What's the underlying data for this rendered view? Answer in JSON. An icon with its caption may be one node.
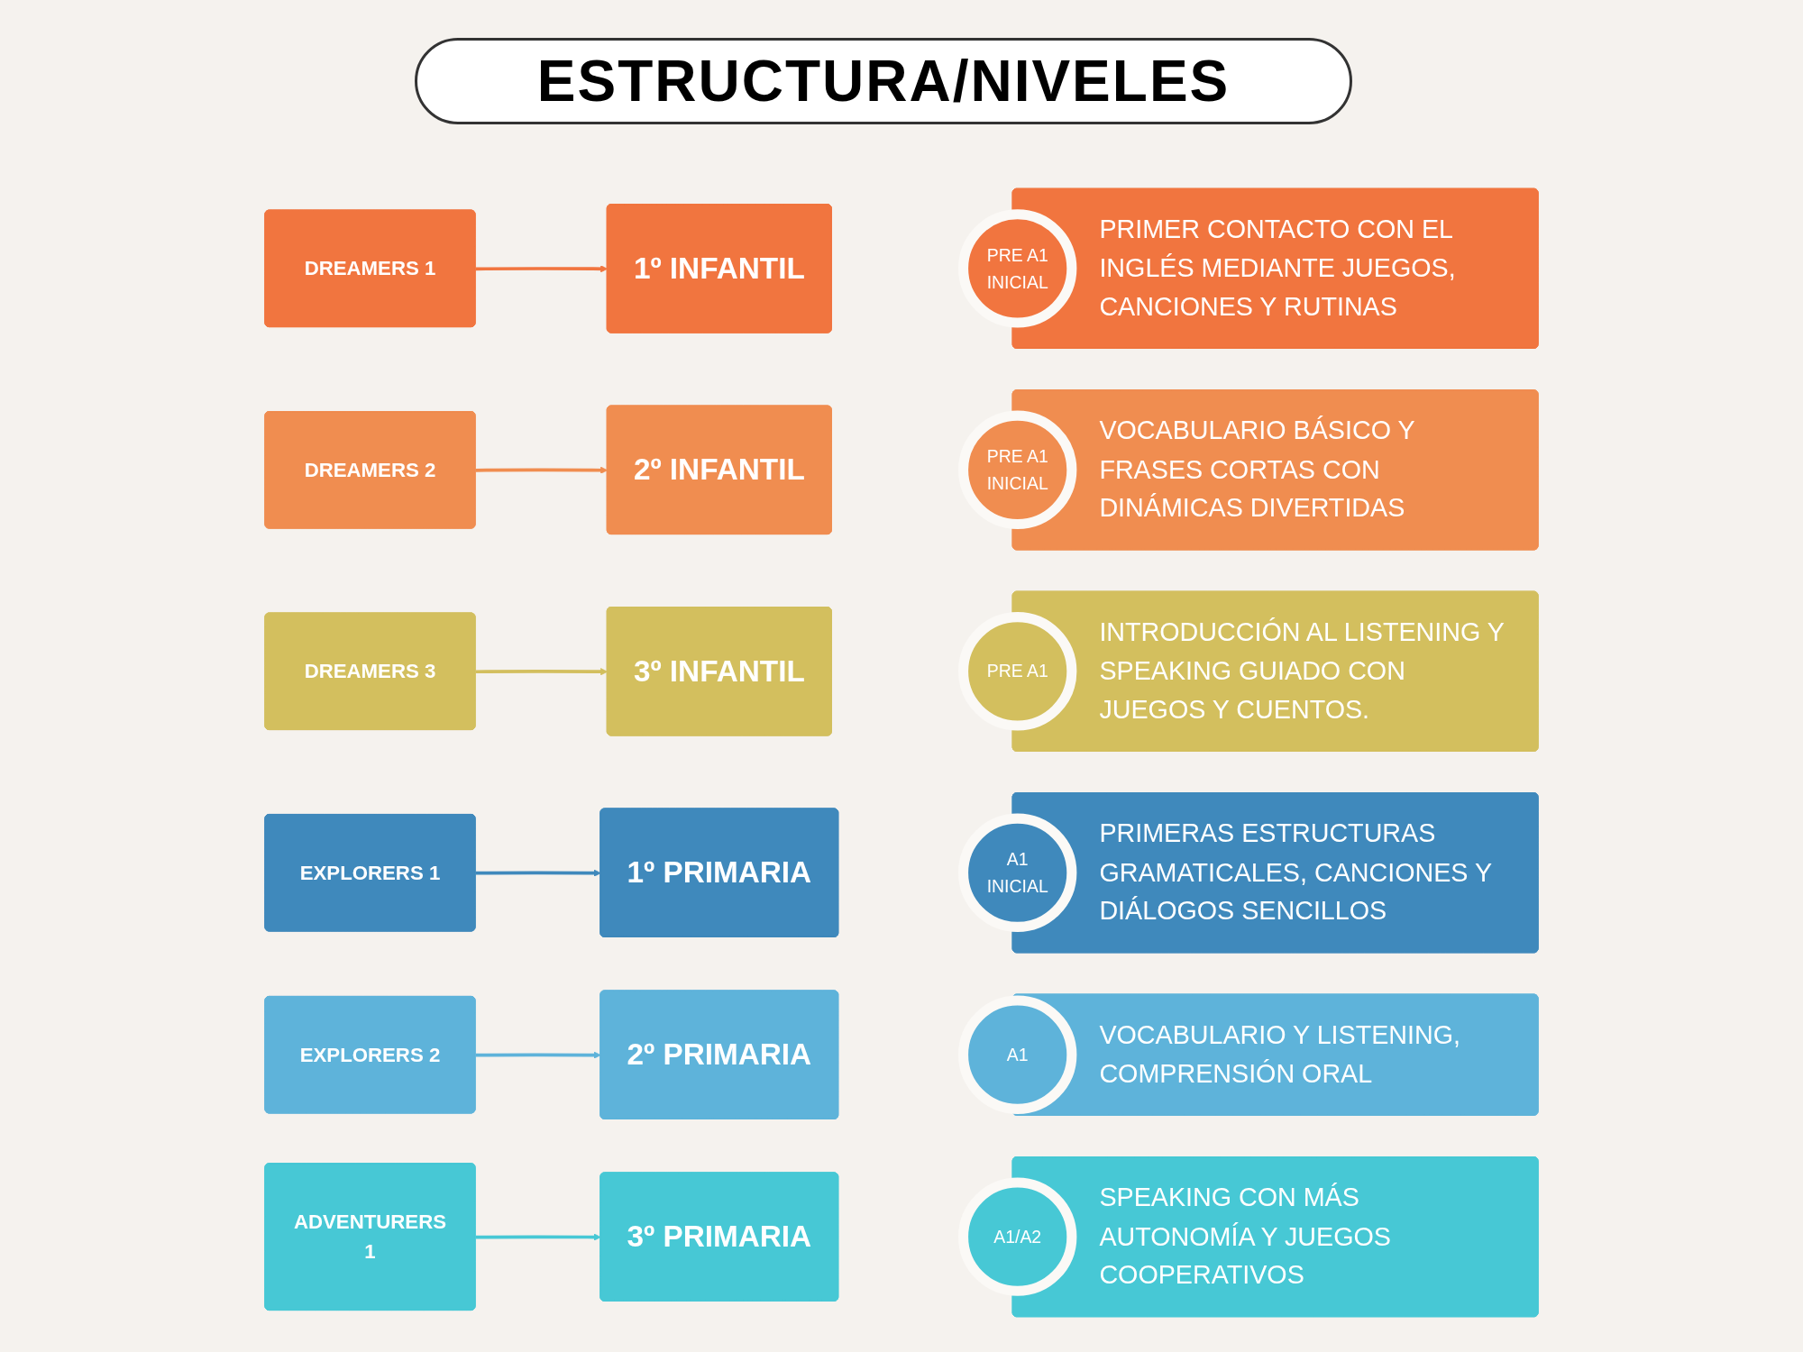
{
  "diagram": {
    "title": "ESTRUCTURA/NIVELES",
    "nodes": [
      {
        "text": [
          "DREAMERS 1"
        ]
      },
      {
        "text": [
          "1º INFANTIL"
        ]
      },
      {
        "text": [
          "PRE A1 INICIAL"
        ]
      },
      {
        "text": [
          "PRIMER CONTACTO CON EL INGLÉS MEDIANTE JUEGOS, CANCIONES Y RUTINAS"
        ]
      },
      {
        "text": [
          "DREAMERS 2"
        ]
      },
      {
        "text": [
          "2º INFANTIL"
        ]
      },
      {
        "text": [
          "PRE A1 INICIAL"
        ]
      },
      {
        "text": [
          "VOCABULARIO BÁSICO Y FRASES CORTAS CON DINÁMICAS DIVERTIDAS"
        ]
      },
      {
        "text": [
          "DREAMERS 3"
        ]
      },
      {
        "text": [
          "3º INFANTIL"
        ]
      },
      {
        "text": [
          "PRE A1"
        ]
      },
      {
        "text": [
          "INTRODUCCIÓN AL LISTENING Y SPEAKING GUIADO CON JUEGOS Y CUENTOS."
        ]
      },
      {
        "text": [
          "EXPLORERS 1"
        ]
      },
      {
        "text": [
          "1º PRIMARIA"
        ]
      },
      {
        "text": [
          "A1 INICIAL"
        ]
      },
      {
        "text": [
          "PRIMERAS ESTRUCTURAS GRAMATICALES, CANCIONES Y DIÁLOGOS SENCILLOS"
        ]
      },
      {
        "text": [
          "EXPLORERS 2"
        ]
      },
      {
        "text": [
          "2º PRIMARIA"
        ]
      },
      {
        "text": [
          "A1"
        ]
      },
      {
        "text": [
          "VOCABULARIO Y LISTENING, COMPRENSIÓN ORAL"
        ]
      },
      {
        "text": [
          "ADVENTURERS 1"
        ]
      },
      {
        "text": [
          "3º PRIMARIA"
        ]
      },
      {
        "text": [
          "A1/A2"
        ]
      },
      {
        "text": [
          "SPEAKING CON MÁS AUTONOMÍA Y JUEGOS COOPERATIVOS"
        ]
      }
    ],
    "edges": [
      {
        "from": 0,
        "to": 1,
        "arrow": "to",
        "color": "#f1753f"
      },
      {
        "from": 4,
        "to": 5,
        "arrow": "to",
        "color": "#f08d50"
      },
      {
        "from": 8,
        "to": 9,
        "arrow": "to",
        "color": "#d3bf5e"
      },
      {
        "from": 12,
        "to": 13,
        "arrow": "to",
        "color": "#3f89bc"
      },
      {
        "from": 16,
        "to": 17,
        "arrow": "to",
        "color": "#5eb3da"
      },
      {
        "from": 20,
        "to": 21,
        "arrow": "to",
        "color": "#47c8d5"
      }
    ]
  }
}
